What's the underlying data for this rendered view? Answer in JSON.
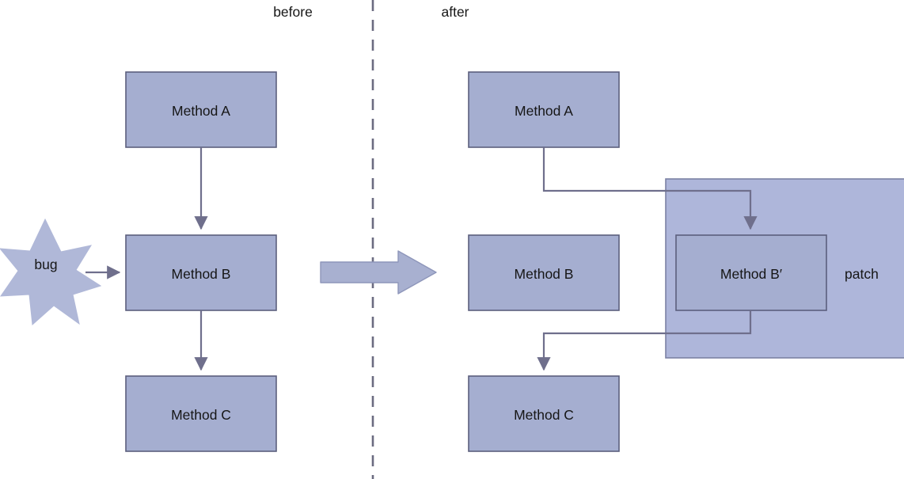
{
  "diagram": {
    "title_before": "before",
    "title_after": "after",
    "divider": "vertical-dashed-separator",
    "transition": "right-arrow"
  },
  "colors": {
    "node_fill": "#a5aed0",
    "node_stroke": "#5b5f7d",
    "patch_fill": "#aeb6da",
    "patch_stroke": "#7b81a4",
    "connector": "#6f6f8c",
    "star_fill": "#b0b8d8",
    "big_arrow_fill": "#a8b0d0",
    "big_arrow_stroke": "#8e96ba",
    "divider_color": "#6b6b80",
    "text": "#161616",
    "background": "#ffffff"
  },
  "before": {
    "label": "before",
    "bug": {
      "label": "bug",
      "shape": "seven-point-star"
    },
    "nodes": [
      {
        "id": "a",
        "label": "Method A"
      },
      {
        "id": "b",
        "label": "Method B"
      },
      {
        "id": "c",
        "label": "Method C"
      }
    ],
    "edges": [
      {
        "from": "Method A",
        "to": "Method B"
      },
      {
        "from": "Method B",
        "to": "Method C"
      },
      {
        "from": "bug",
        "to": "Method B"
      }
    ]
  },
  "after": {
    "label": "after",
    "patch": {
      "label": "patch"
    },
    "nodes": [
      {
        "id": "a2",
        "label": "Method A"
      },
      {
        "id": "b2",
        "label": "Method B"
      },
      {
        "id": "bprime",
        "label": "Method B′"
      },
      {
        "id": "c2",
        "label": "Method C"
      }
    ],
    "edges": [
      {
        "from": "Method A",
        "to": "Method B′"
      },
      {
        "from": "Method B′",
        "to": "Method C"
      }
    ]
  }
}
